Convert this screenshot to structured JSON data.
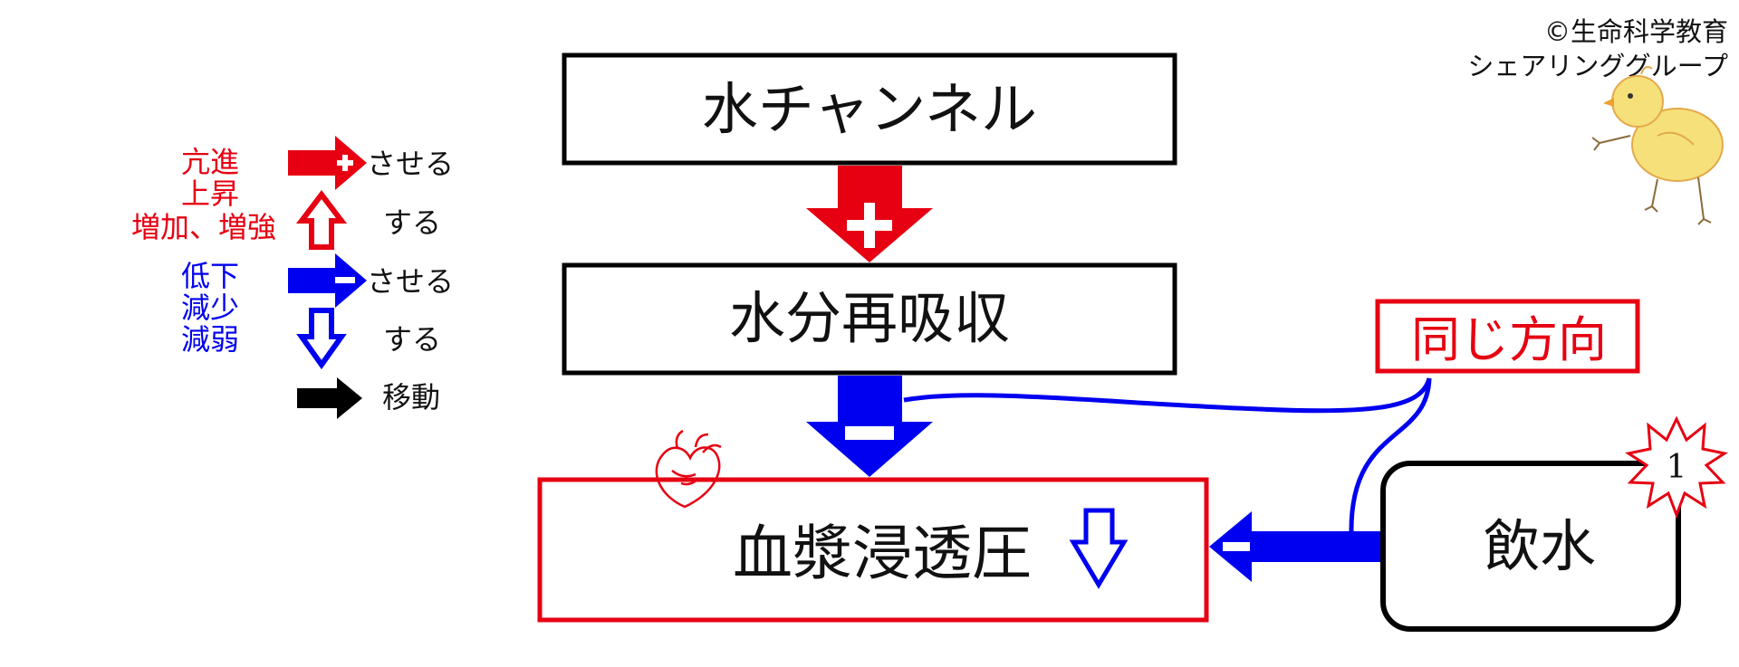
{
  "copyright": {
    "line1": "©生命科学教育",
    "line2": "シェアリンググループ"
  },
  "legend": {
    "promote_labels": [
      "亢進",
      "上昇",
      "増加、増強"
    ],
    "suppress_labels": [
      "低下",
      "減少",
      "減弱"
    ],
    "promote_arrow_text": "させる",
    "up_arrow_text": "する",
    "suppress_arrow_text": "させる",
    "down_arrow_text": "する",
    "move_text": "移動"
  },
  "boxes": {
    "water_channel": "水チャンネル",
    "water_reabsorption": "水分再吸収",
    "plasma_osmotic_pressure": "血漿浸透圧",
    "same_direction": "同じ方向",
    "drinking_water": "飲水"
  },
  "badge": {
    "number": "1"
  },
  "icons": {
    "plus": "plus-icon",
    "minus": "minus-icon",
    "down_arrow": "down-arrow-icon",
    "up_arrow": "up-arrow-icon",
    "heart": "heart-icon",
    "chick": "chick-icon",
    "star_burst": "star-burst-icon"
  },
  "colors": {
    "red": "#e60012",
    "blue": "#0000f0",
    "black": "#000000"
  }
}
